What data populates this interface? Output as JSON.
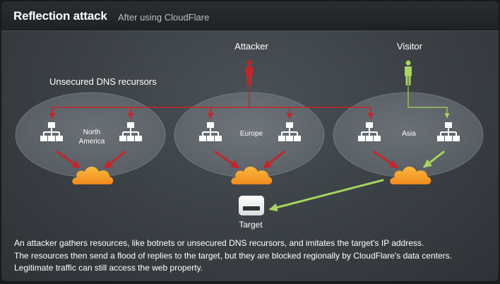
{
  "header": {
    "title": "Reflection attack",
    "subtitle": "After using CloudFlare"
  },
  "diagram": {
    "attacker_label": "Attacker",
    "visitor_label": "Visitor",
    "recursors_label": "Unsecured DNS recursors",
    "target_label": "Target",
    "regions": [
      {
        "line1": "North",
        "line2": "America"
      },
      {
        "line1": "Europe",
        "line2": ""
      },
      {
        "line1": "Asia",
        "line2": ""
      }
    ],
    "colors": {
      "attack": "#c0272d",
      "legit": "#a7d45f",
      "cloud": "#f6a531",
      "region": "#9aa1a6"
    }
  },
  "caption": {
    "line1": "An attacker gathers resources, like botnets or unsecured DNS recursors, and imitates the target's IP address.",
    "line2": "The resources then send a flood of replies to the target, but they are blocked regionally by CloudFlare's data centers.",
    "line3": "Legitimate traffic can still access the web property."
  }
}
